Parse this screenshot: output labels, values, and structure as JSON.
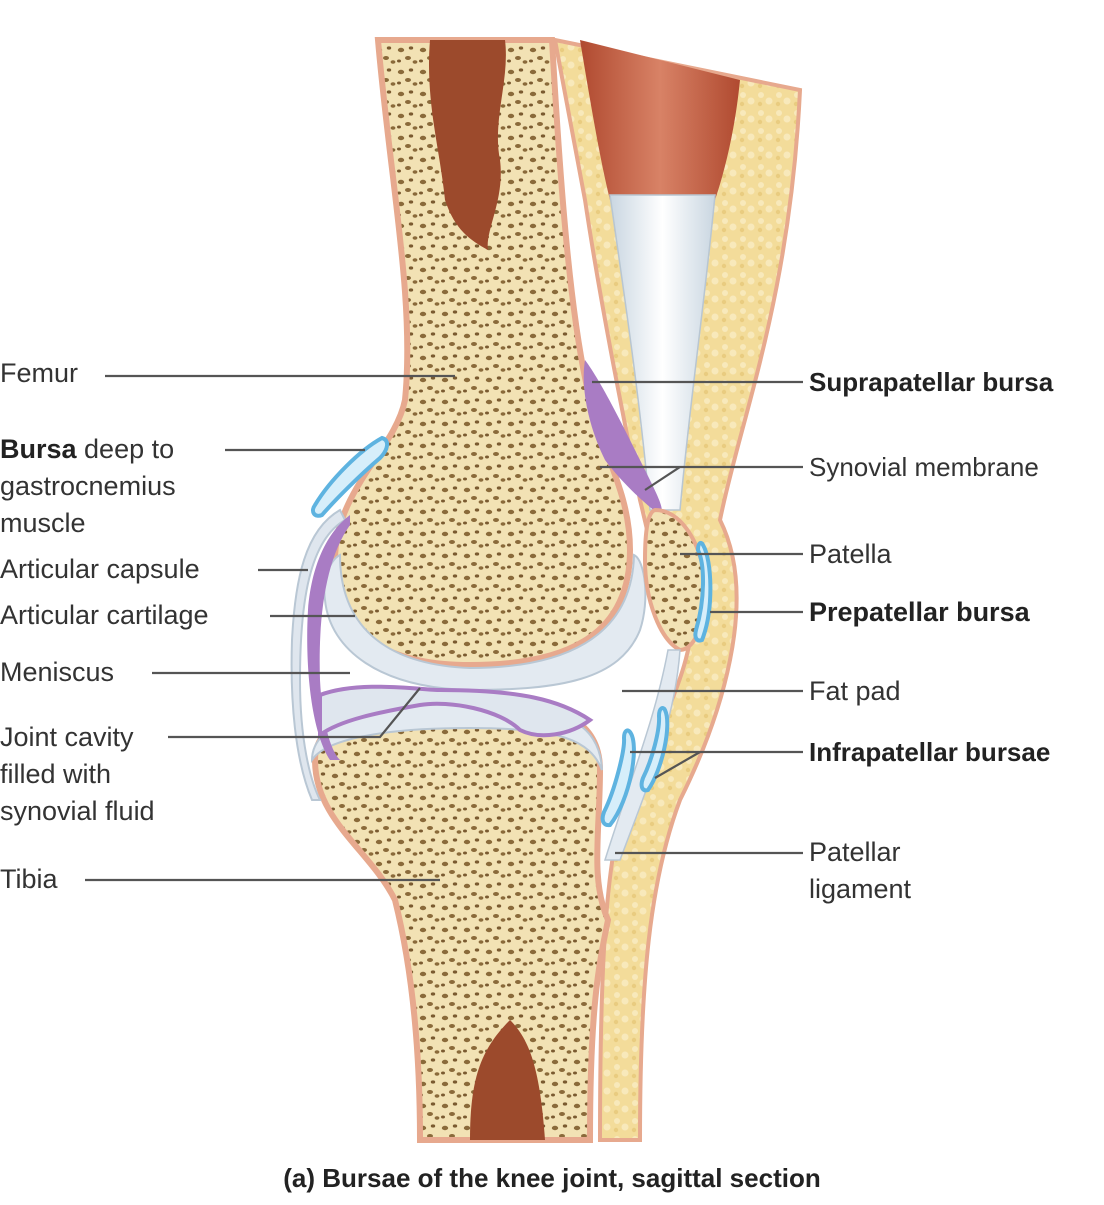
{
  "diagram": {
    "caption": "(a) Bursae of the knee joint, sagittal section",
    "labels_left": {
      "femur": "Femur",
      "bursa_bold": "Bursa",
      "bursa_rest": " deep to",
      "bursa_line2": "gastrocnemius",
      "bursa_line3": "muscle",
      "articular_capsule": "Articular capsule",
      "articular_cartilage": "Articular cartilage",
      "meniscus": "Meniscus",
      "joint_cavity_1": "Joint cavity",
      "joint_cavity_2": "filled with",
      "joint_cavity_3": "synovial fluid",
      "tibia": "Tibia"
    },
    "labels_right": {
      "suprapatellar_bursa": "Suprapatellar bursa",
      "synovial_membrane": "Synovial membrane",
      "patella": "Patella",
      "prepatellar_bursa": "Prepatellar bursa",
      "fat_pad": "Fat pad",
      "infrapatellar_bursae": "Infrapatellar bursae",
      "patellar_ligament_1": "Patellar",
      "patellar_ligament_2": "ligament"
    },
    "colors": {
      "bone": "#f2e2b4",
      "bone_pore": "#8a6a3a",
      "marrow": "#9c4a2c",
      "periosteum": "#e7a98e",
      "fat": "#f3dc9a",
      "muscle": "#c0583a",
      "tendon": "#e8eef3",
      "synovial": "#a97cc4",
      "bursa": "#5eb3e0",
      "cartilage": "#e3eaf1",
      "leader": "#555555"
    }
  }
}
